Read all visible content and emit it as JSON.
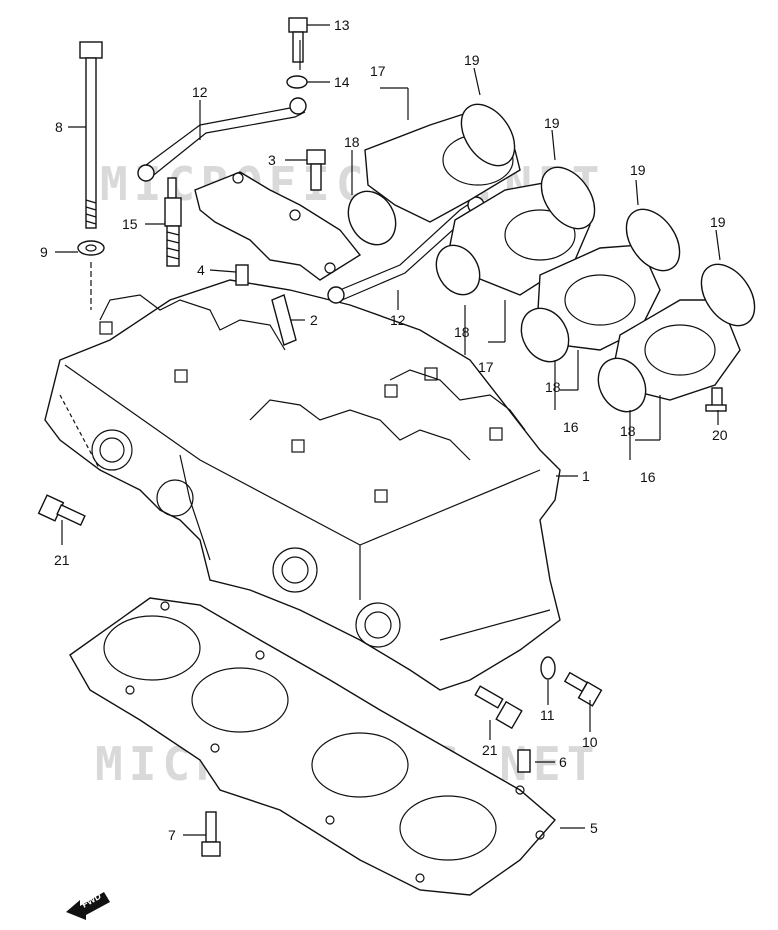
{
  "diagram": {
    "watermark_lines": [
      "MICROFICHES.NET",
      "MICROFICHES.NET"
    ],
    "fwd_label": "FWD",
    "callouts": [
      {
        "id": "c1",
        "text": "1"
      },
      {
        "id": "c2",
        "text": "2"
      },
      {
        "id": "c3",
        "text": "3"
      },
      {
        "id": "c4",
        "text": "4"
      },
      {
        "id": "c5",
        "text": "5"
      },
      {
        "id": "c6",
        "text": "6"
      },
      {
        "id": "c7",
        "text": "7"
      },
      {
        "id": "c8",
        "text": "8"
      },
      {
        "id": "c9",
        "text": "9"
      },
      {
        "id": "c10",
        "text": "10"
      },
      {
        "id": "c11",
        "text": "11"
      },
      {
        "id": "c12a",
        "text": "12"
      },
      {
        "id": "c12b",
        "text": "12"
      },
      {
        "id": "c13",
        "text": "13"
      },
      {
        "id": "c14",
        "text": "14"
      },
      {
        "id": "c15",
        "text": "15"
      },
      {
        "id": "c16a",
        "text": "16"
      },
      {
        "id": "c16b",
        "text": "16"
      },
      {
        "id": "c17a",
        "text": "17"
      },
      {
        "id": "c17b",
        "text": "17"
      },
      {
        "id": "c18a",
        "text": "18"
      },
      {
        "id": "c18b",
        "text": "18"
      },
      {
        "id": "c18c",
        "text": "18"
      },
      {
        "id": "c18d",
        "text": "18"
      },
      {
        "id": "c19a",
        "text": "19"
      },
      {
        "id": "c19b",
        "text": "19"
      },
      {
        "id": "c19c",
        "text": "19"
      },
      {
        "id": "c19d",
        "text": "19"
      },
      {
        "id": "c20",
        "text": "20"
      },
      {
        "id": "c21a",
        "text": "21"
      },
      {
        "id": "c21b",
        "text": "21"
      }
    ]
  }
}
